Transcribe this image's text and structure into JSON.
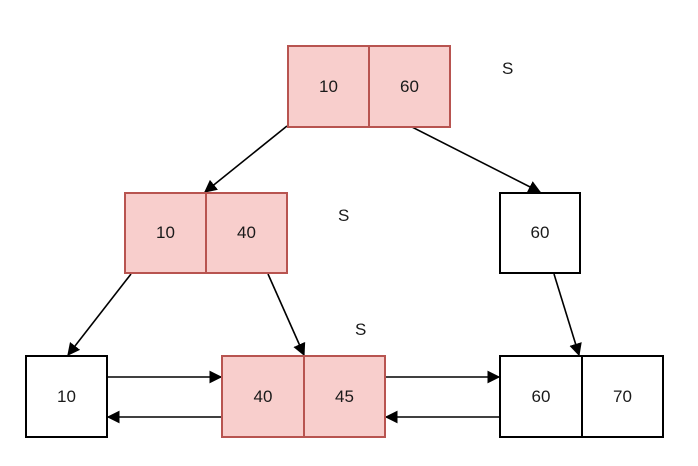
{
  "colors": {
    "highlight_fill": "#f8cecc",
    "highlight_stroke": "#b85450",
    "plain_stroke": "#000000"
  },
  "nodes": {
    "root": {
      "keys": [
        "10",
        "60"
      ],
      "highlighted": true,
      "marker": "S"
    },
    "mid_left": {
      "keys": [
        "10",
        "40"
      ],
      "highlighted": true,
      "marker": "S"
    },
    "mid_right": {
      "keys": [
        "60"
      ],
      "highlighted": false
    },
    "leaf_a": {
      "keys": [
        "10"
      ],
      "highlighted": false
    },
    "leaf_b": {
      "keys": [
        "40",
        "45"
      ],
      "highlighted": true,
      "marker": "S"
    },
    "leaf_c": {
      "keys": [
        "60",
        "70"
      ],
      "highlighted": false
    }
  },
  "edges": [
    {
      "from": "root",
      "to": "mid_left",
      "type": "child"
    },
    {
      "from": "root",
      "to": "mid_right",
      "type": "child"
    },
    {
      "from": "mid_left",
      "to": "leaf_a",
      "type": "child"
    },
    {
      "from": "mid_left",
      "to": "leaf_b",
      "type": "child"
    },
    {
      "from": "mid_right",
      "to": "leaf_c",
      "type": "child"
    },
    {
      "from": "leaf_a",
      "to": "leaf_b",
      "type": "sibling-next"
    },
    {
      "from": "leaf_b",
      "to": "leaf_a",
      "type": "sibling-prev"
    },
    {
      "from": "leaf_b",
      "to": "leaf_c",
      "type": "sibling-next"
    },
    {
      "from": "leaf_c",
      "to": "leaf_b",
      "type": "sibling-prev"
    }
  ]
}
